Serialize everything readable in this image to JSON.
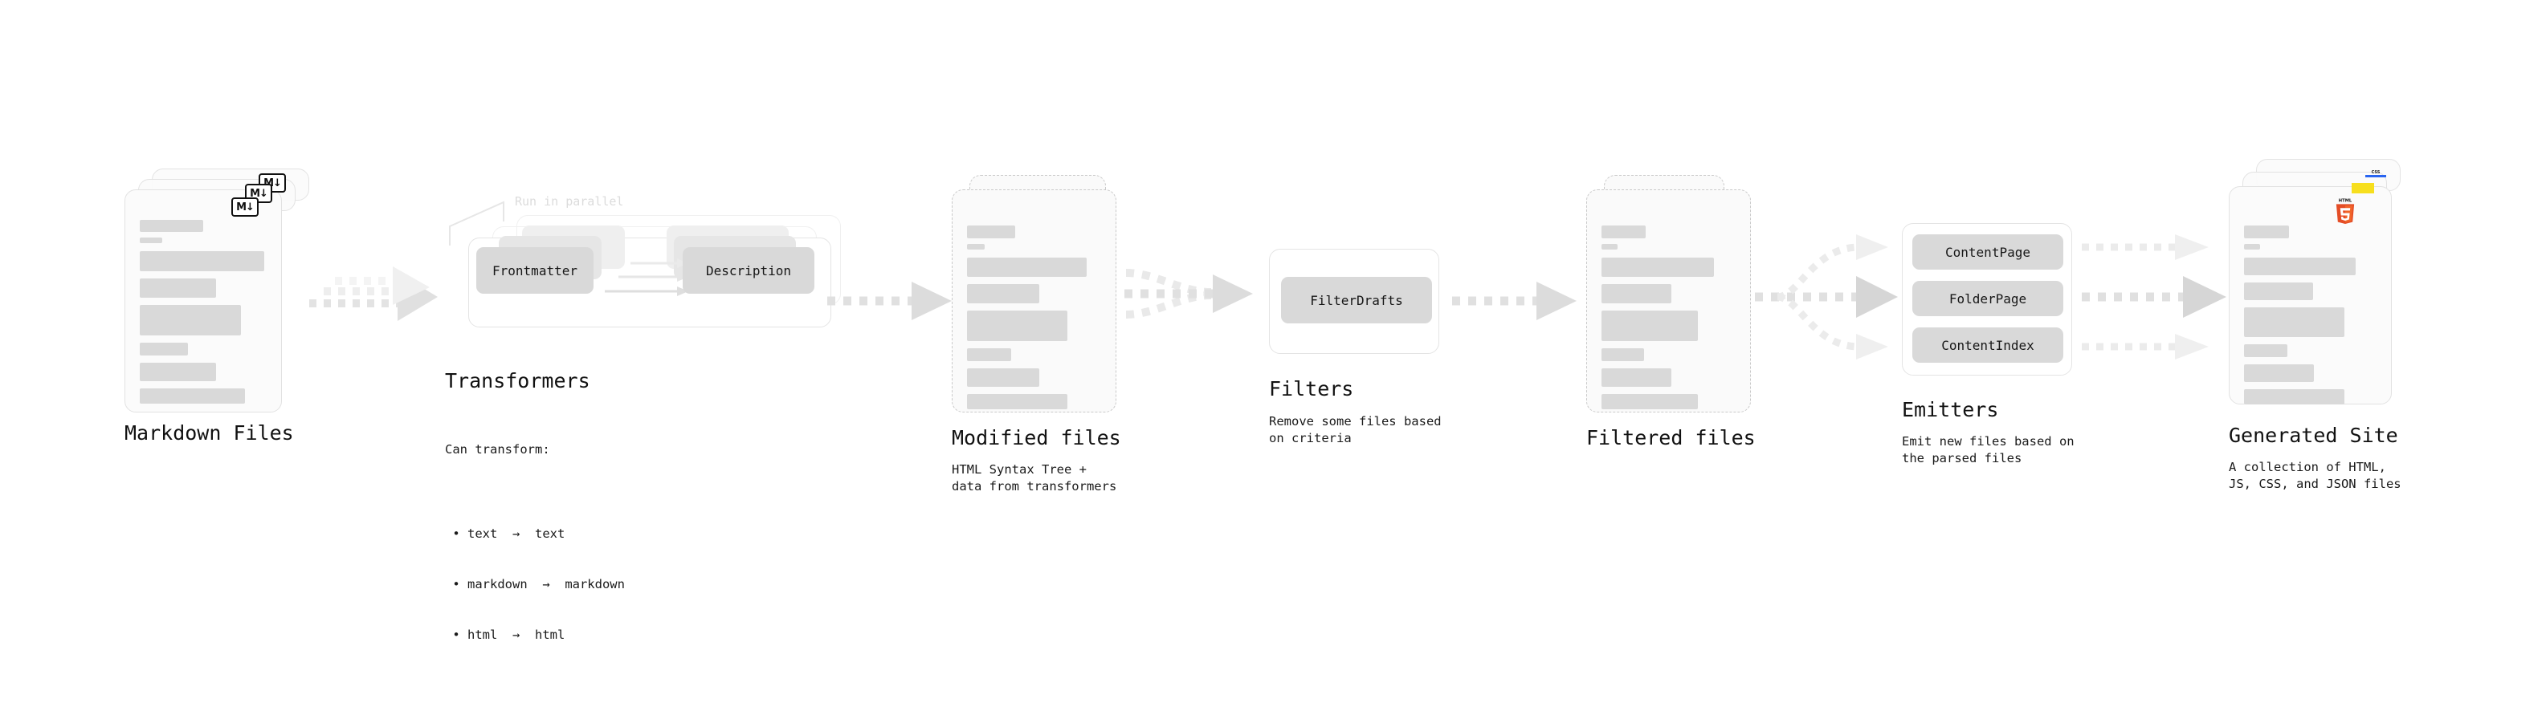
{
  "diagram": {
    "background": "#ffffff",
    "accent_colors": {
      "bar": "#d9d9d9",
      "chip": "#d9d9d9",
      "arrow": "#dcdcdc",
      "card_border": "#e2e2e2",
      "dashed_border": "#c9c9c9",
      "html5": "#e44d26",
      "js": "#f7df1e",
      "css": "#2965f1"
    }
  },
  "stages": [
    {
      "id": "markdown-files",
      "title": "Markdown Files",
      "desc": "",
      "badge": "markdown-badge",
      "badge_text": "M"
    },
    {
      "id": "transformers",
      "title": "Transformers",
      "desc": "Can transform:",
      "annotation": "Run in parallel",
      "chips": [
        "Frontmatter",
        "Description"
      ],
      "bullets": [
        "text  →  text",
        "markdown  →  markdown",
        "html  →  html"
      ]
    },
    {
      "id": "modified-files",
      "title": "Modified files",
      "desc": "HTML Syntax Tree +\ndata from transformers"
    },
    {
      "id": "filters",
      "title": "Filters",
      "desc": "Remove some files based\non criteria",
      "chips": [
        "FilterDrafts"
      ]
    },
    {
      "id": "filtered-files",
      "title": "Filtered files",
      "desc": ""
    },
    {
      "id": "emitters",
      "title": "Emitters",
      "desc": "Emit new files based on\nthe parsed files",
      "chips": [
        "ContentPage",
        "FolderPage",
        "ContentIndex"
      ]
    },
    {
      "id": "generated-site",
      "title": "Generated Site",
      "desc": "A collection of HTML,\nJS, CSS, and JSON files",
      "badges": [
        "html5-badge",
        "js-badge",
        "css-badge"
      ],
      "badge_texts": {
        "html5": "HTML",
        "css": "CSS"
      }
    }
  ]
}
